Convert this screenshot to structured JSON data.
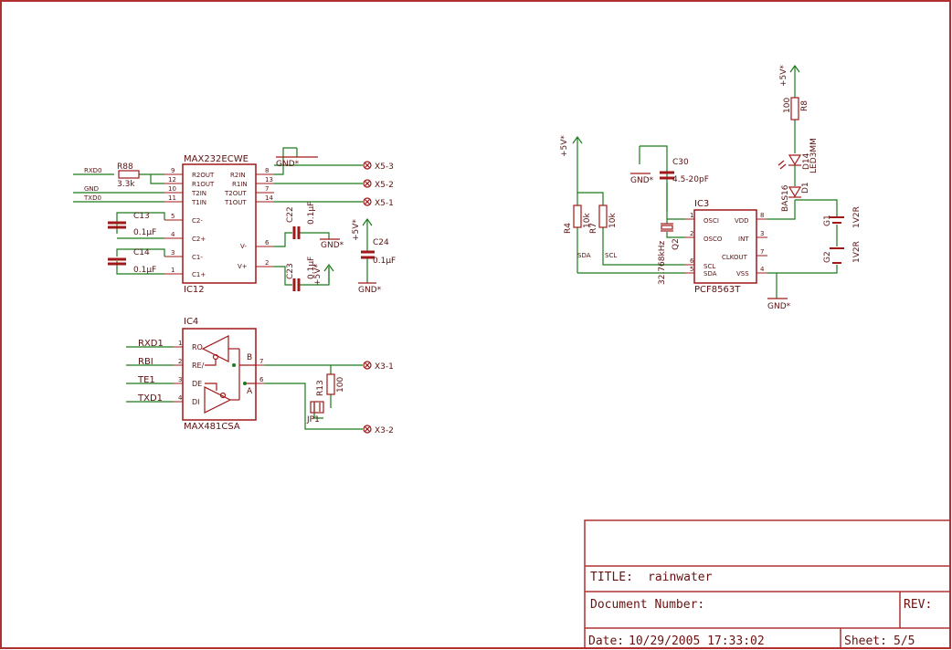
{
  "colors": {
    "frame": "#b03030",
    "wire": "#1a7a1a",
    "part": "#a01818",
    "text": "#5a1010"
  },
  "ic12": {
    "name": "MAX232ECWE",
    "ref": "IC12",
    "pins_left": [
      {
        "num": "9",
        "label": "R2OUT"
      },
      {
        "num": "12",
        "label": "R1OUT"
      },
      {
        "num": "10",
        "label": "T2IN"
      },
      {
        "num": "11",
        "label": "T1IN"
      },
      {
        "num": "5",
        "label": "C2-"
      },
      {
        "num": "4",
        "label": "C2+"
      },
      {
        "num": "3",
        "label": "C1-"
      },
      {
        "num": "1",
        "label": "C1+"
      }
    ],
    "pins_right": [
      {
        "num": "8",
        "label": "R2IN"
      },
      {
        "num": "13",
        "label": "R1IN"
      },
      {
        "num": "7",
        "label": "T2OUT"
      },
      {
        "num": "14",
        "label": "T1OUT"
      },
      {
        "num": "6",
        "label": "V-"
      },
      {
        "num": "2",
        "label": "V+"
      }
    ]
  },
  "ic4": {
    "name": "MAX481CSA",
    "ref": "IC4",
    "pins_left": [
      {
        "num": "1",
        "label": "RO"
      },
      {
        "num": "2",
        "label": "RE/"
      },
      {
        "num": "3",
        "label": "DE"
      },
      {
        "num": "4",
        "label": "DI"
      }
    ],
    "pins_right": [
      {
        "num": "7",
        "label": "B"
      },
      {
        "num": "6",
        "label": "A"
      }
    ]
  },
  "ic3": {
    "name": "PCF8563T",
    "ref": "IC3",
    "pins_left": [
      {
        "num": "1",
        "label": "OSCI"
      },
      {
        "num": "2",
        "label": "OSCO"
      },
      {
        "num": "6",
        "label": "SCL"
      },
      {
        "num": "5",
        "label": "SDA"
      }
    ],
    "pins_right": [
      {
        "num": "8",
        "label": "VDD"
      },
      {
        "num": "3",
        "label": "INT"
      },
      {
        "num": "7",
        "label": "CLKOUT"
      },
      {
        "num": "4",
        "label": "VSS"
      }
    ]
  },
  "nets": {
    "rxd0": "RXD0",
    "gnd_net": "GND",
    "txd0": "TXD0",
    "rxd1": "RXD1",
    "rbi": "RBI",
    "te1": "TE1",
    "txd1": "TXD1",
    "sda": "SDA",
    "scl": "SCL"
  },
  "connectors": {
    "x5_3": "X5-3",
    "x5_2": "X5-2",
    "x5_1": "X5-1",
    "x3_1": "X3-1",
    "x3_2": "X3-2"
  },
  "supply": {
    "gnd": "GND*",
    "vcc": "+5V*"
  },
  "parts": {
    "r88": {
      "ref": "R88",
      "value": "3.3k"
    },
    "c13": {
      "ref": "C13",
      "value": "0.1µF"
    },
    "c14": {
      "ref": "C14",
      "value": "0.1µF"
    },
    "c22": {
      "ref": "C22",
      "value": "0.1µF"
    },
    "c23": {
      "ref": "C23",
      "value": "0.1µF"
    },
    "c24": {
      "ref": "C24",
      "value": "0.1µF"
    },
    "r13": {
      "ref": "R13",
      "value": "100"
    },
    "jp1": {
      "ref": "JP1"
    },
    "r4": {
      "ref": "R4",
      "value": "10k"
    },
    "r7": {
      "ref": "R7",
      "value": "10k"
    },
    "c30": {
      "ref": "C30",
      "value": "4.5-20pF"
    },
    "q2": {
      "ref": "Q2",
      "value": "32.768kHz"
    },
    "r8": {
      "ref": "R8",
      "value": "100"
    },
    "d14": {
      "ref": "D14",
      "value": "LED3MM"
    },
    "d1": {
      "ref": "D1",
      "value": "BAS16"
    },
    "g1": {
      "ref": "G1",
      "value": "1V2R"
    },
    "g2": {
      "ref": "G2",
      "value": "1V2R"
    }
  },
  "title_block": {
    "title_label": "TITLE:",
    "title_value": "rainwater",
    "docnum_label": "Document Number:",
    "rev_label": "REV:",
    "date_label": "Date:",
    "date_value": "10/29/2005 17:33:02",
    "sheet_label": "Sheet:",
    "sheet_value": "5/5"
  }
}
